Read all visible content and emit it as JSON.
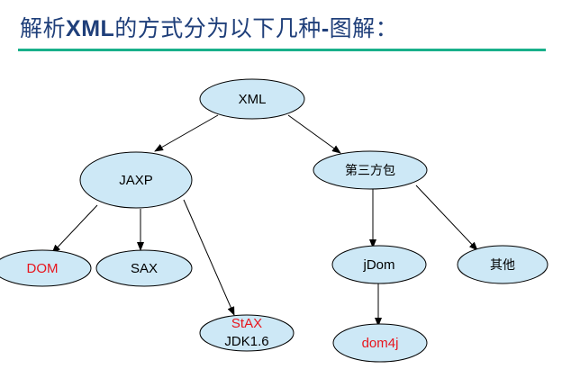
{
  "title": {
    "prefix": "解析",
    "strong": "XML",
    "suffix": "的方式分为以下几种",
    "strong2": "-",
    "suffix2": "图解："
  },
  "colors": {
    "title_text": "#1f3f7a",
    "rule": "#19b08a",
    "node_fill": "#cde8f6",
    "highlight_text": "#e8141c"
  },
  "nodes": {
    "xml": "XML",
    "jaxp": "JAXP",
    "third_party": "第三方包",
    "dom": "DOM",
    "sax": "SAX",
    "stax": "StAX",
    "stax_note": "JDK1.6",
    "jdom": "jDom",
    "other": "其他",
    "dom4j": "dom4j"
  },
  "edges": [
    {
      "from": "XML",
      "to": "JAXP"
    },
    {
      "from": "XML",
      "to": "第三方包"
    },
    {
      "from": "JAXP",
      "to": "DOM"
    },
    {
      "from": "JAXP",
      "to": "SAX"
    },
    {
      "from": "JAXP",
      "to": "StAX"
    },
    {
      "from": "第三方包",
      "to": "jDom"
    },
    {
      "from": "第三方包",
      "to": "其他"
    },
    {
      "from": "jDom",
      "to": "dom4j"
    }
  ]
}
